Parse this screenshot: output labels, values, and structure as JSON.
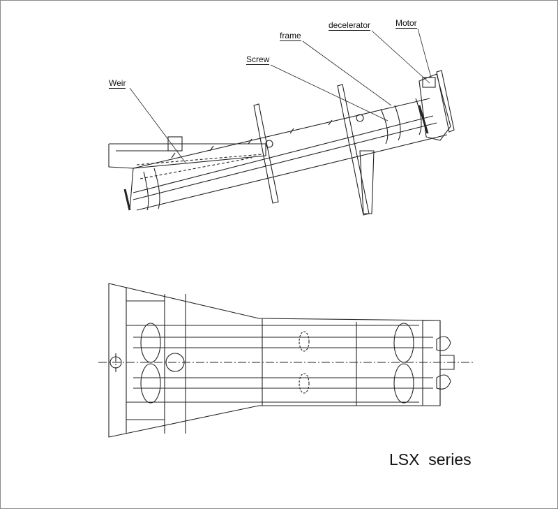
{
  "labels": {
    "weir": "Weir",
    "screw": "Screw",
    "frame": "frame",
    "decelerator": "decelerator",
    "motor": "Motor"
  },
  "series_title": "LSX  series"
}
